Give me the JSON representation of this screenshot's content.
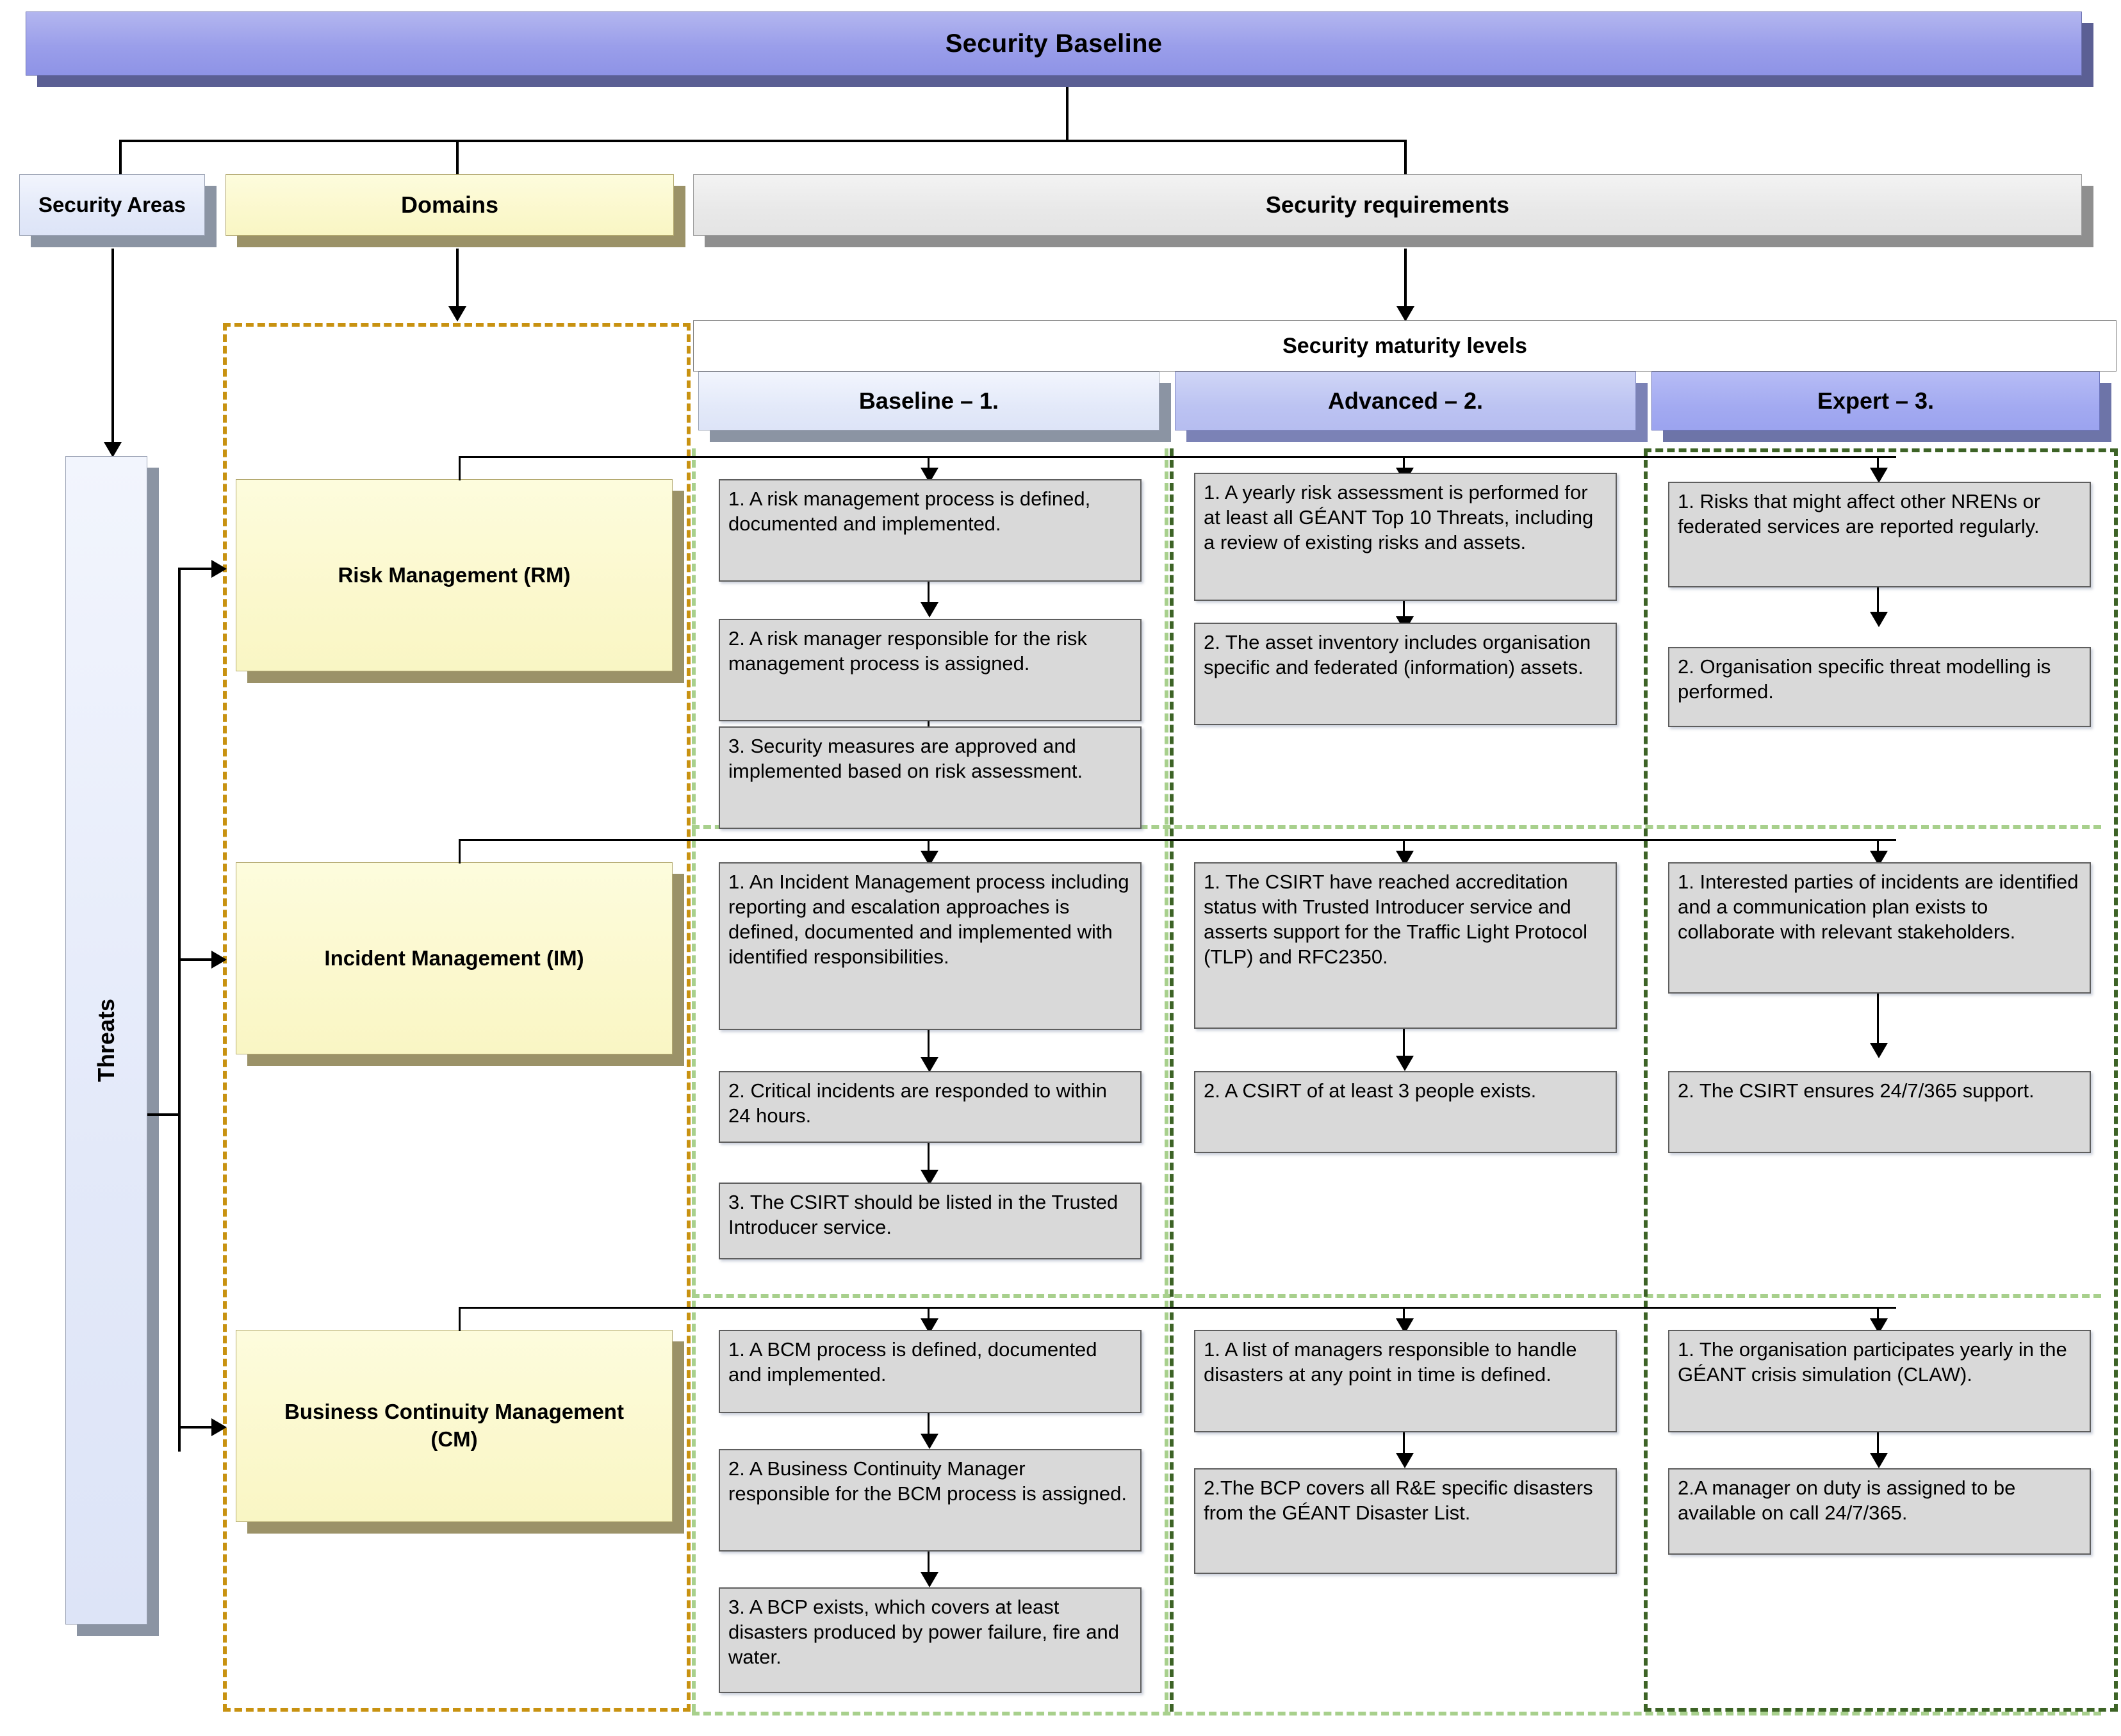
{
  "title_bar": {
    "label": "Security Baseline"
  },
  "row2": {
    "security_areas": "Security Areas",
    "domains": "Domains",
    "security_requirements": "Security requirements"
  },
  "maturity": {
    "band_label": "Security maturity levels",
    "levels": [
      {
        "label": "Baseline – 1.",
        "key": "baseline"
      },
      {
        "label": "Advanced – 2.",
        "key": "advanced"
      },
      {
        "label": "Expert – 3.",
        "key": "expert"
      }
    ]
  },
  "threats": {
    "label": "Threats"
  },
  "domains": [
    {
      "name": "Risk Management (RM)"
    },
    {
      "name": "Incident Management (IM)"
    },
    {
      "name": "Business Continuity Management (CM)"
    }
  ],
  "requirements": {
    "risk_management": {
      "baseline": [
        "1. A risk management process is defined, documented and implemented.",
        "2. A risk manager responsible for the risk management process is assigned.",
        "3. Security measures are approved and implemented based on risk assessment."
      ],
      "advanced": [
        "1. A yearly risk assessment is performed for at least all GÉANT Top 10 Threats, including a review of existing risks and assets.",
        "2. The asset inventory includes organisation specific and federated (information) assets."
      ],
      "expert": [
        "1. Risks that might affect other NRENs or federated services are reported regularly.",
        "2. Organisation specific threat modelling is performed."
      ]
    },
    "incident_management": {
      "baseline": [
        "1. An Incident Management process including reporting and escalation approaches is defined, documented and implemented with identified responsibilities.",
        "2. Critical incidents are responded to within 24 hours.",
        "3. The CSIRT should be listed in the Trusted Introducer service."
      ],
      "advanced": [
        "1. The CSIRT have reached accreditation status with Trusted Introducer service and asserts support for the Traffic Light Protocol (TLP) and RFC2350.",
        "2. A CSIRT of at least 3 people exists."
      ],
      "expert": [
        "1. Interested parties of incidents are identified and a communication plan exists to collaborate with relevant stakeholders.",
        "2. The CSIRT ensures 24/7/365 support."
      ]
    },
    "business_continuity_management": {
      "baseline": [
        "1. A BCM process is defined, documented and implemented.",
        "2. A Business Continuity Manager responsible for the BCM process is assigned.",
        "3. A BCP exists, which covers at least disasters produced by power failure, fire and water."
      ],
      "advanced": [
        "1. A list of managers responsible to handle disasters at any point in time is defined.",
        "2.The BCP covers all R&E specific disasters from the GÉANT Disaster List."
      ],
      "expert": [
        "1. The organisation participates yearly in the GÉANT crisis simulation (CLAW).",
        "2.A manager on duty is assigned to be available on call 24/7/365."
      ]
    }
  },
  "colors": {
    "baseline_header": "#dde4f7",
    "advanced_header": "#bcc3f2",
    "expert_header": "#a3aaf1",
    "title_bar": "#9a9eea",
    "domain_tile": "#fbf8cd",
    "requirement_card": "#d9d9d9",
    "dash_domains": "#c89211",
    "dash_baseline": "#a8d08d",
    "dash_expert": "#3d6326"
  }
}
